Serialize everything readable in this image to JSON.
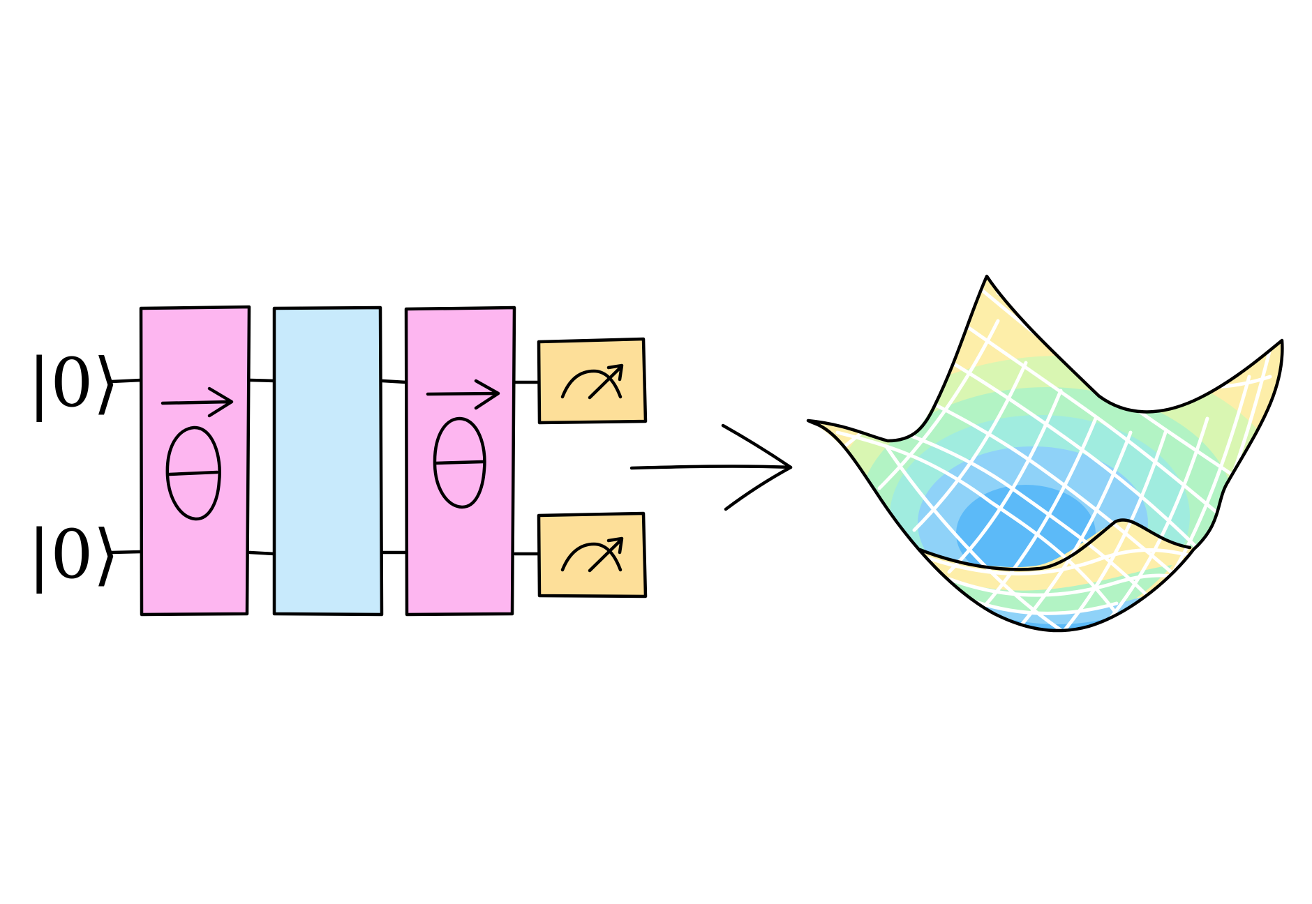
{
  "circuit": {
    "qubits": [
      {
        "initial_state": "|0⟩"
      },
      {
        "initial_state": "|0⟩"
      }
    ],
    "gates": [
      {
        "kind": "parameterized-layer",
        "symbol": "θ⃗",
        "color": "#fdb6f0"
      },
      {
        "kind": "entangling-layer",
        "color": "#c8eafc"
      },
      {
        "kind": "parameterized-layer",
        "symbol": "θ⃗",
        "color": "#fdb6f0"
      }
    ],
    "measurements": [
      {
        "icon": "meter-icon",
        "color": "#fddf99"
      },
      {
        "icon": "meter-icon",
        "color": "#fddf99"
      }
    ]
  },
  "transition": {
    "icon": "arrow-right-icon"
  },
  "landscape": {
    "icon": "cost-landscape-surface-icon",
    "colors": [
      "#fdeea9",
      "#b2f3c4",
      "#a0ecdf",
      "#8fd2f8",
      "#5cbaf8"
    ]
  },
  "colors": {
    "ink": "#000000",
    "background": "#ffffff",
    "wire": "#000000"
  }
}
